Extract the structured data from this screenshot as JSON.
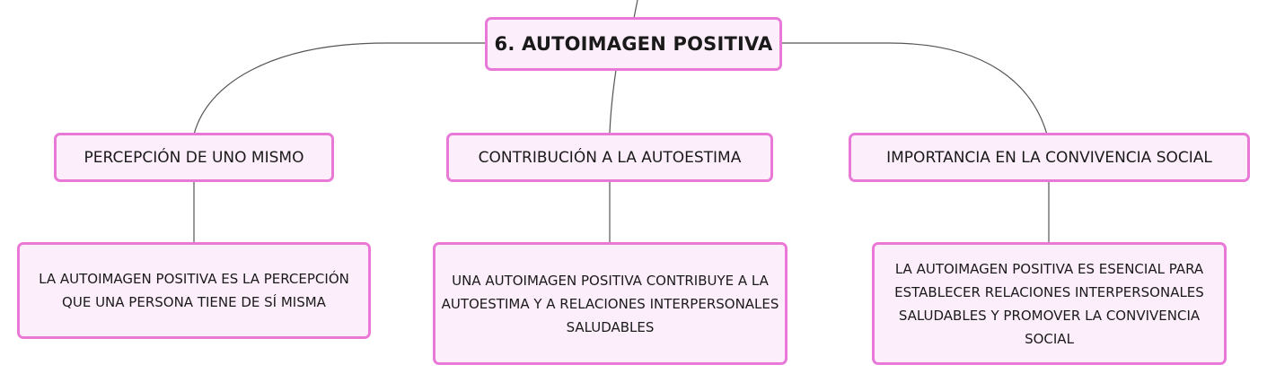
{
  "root": {
    "label": "6. AUTOIMAGEN POSITIVA"
  },
  "branches": [
    {
      "topic": "PERCEPCIÓN DE UNO MISMO",
      "detail": "LA AUTOIMAGEN POSITIVA ES LA PERCEPCIÓN QUE UNA PERSONA TIENE DE SÍ MISMA"
    },
    {
      "topic": "CONTRIBUCIÓN A LA AUTOESTIMA",
      "detail": "UNA AUTOIMAGEN POSITIVA CONTRIBUYE A LA AUTOESTIMA Y A RELACIONES INTERPERSONALES SALUDABLES"
    },
    {
      "topic": "IMPORTANCIA EN LA CONVIVENCIA SOCIAL",
      "detail": "LA AUTOIMAGEN POSITIVA ES ESENCIAL PARA ESTABLECER RELACIONES INTERPERSONALES SALUDABLES Y PROMOVER LA CONVIVENCIA SOCIAL"
    }
  ],
  "colors": {
    "node_fill": "#fdeefb",
    "node_border": "#e879d7",
    "connector": "#555555"
  }
}
